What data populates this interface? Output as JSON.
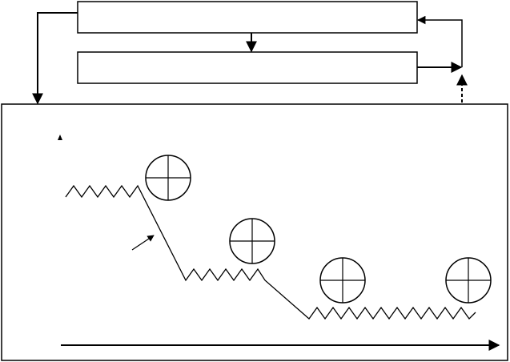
{
  "diagram": {
    "top_box_label": "",
    "middle_box_label": "",
    "panel_label": "",
    "y_axis_label": "",
    "x_axis_label": "",
    "stroke_color": "#000000",
    "fill_color": "#ffffff",
    "circles": [
      {
        "name": "circle-1"
      },
      {
        "name": "circle-2"
      },
      {
        "name": "circle-3"
      },
      {
        "name": "circle-4"
      }
    ]
  }
}
